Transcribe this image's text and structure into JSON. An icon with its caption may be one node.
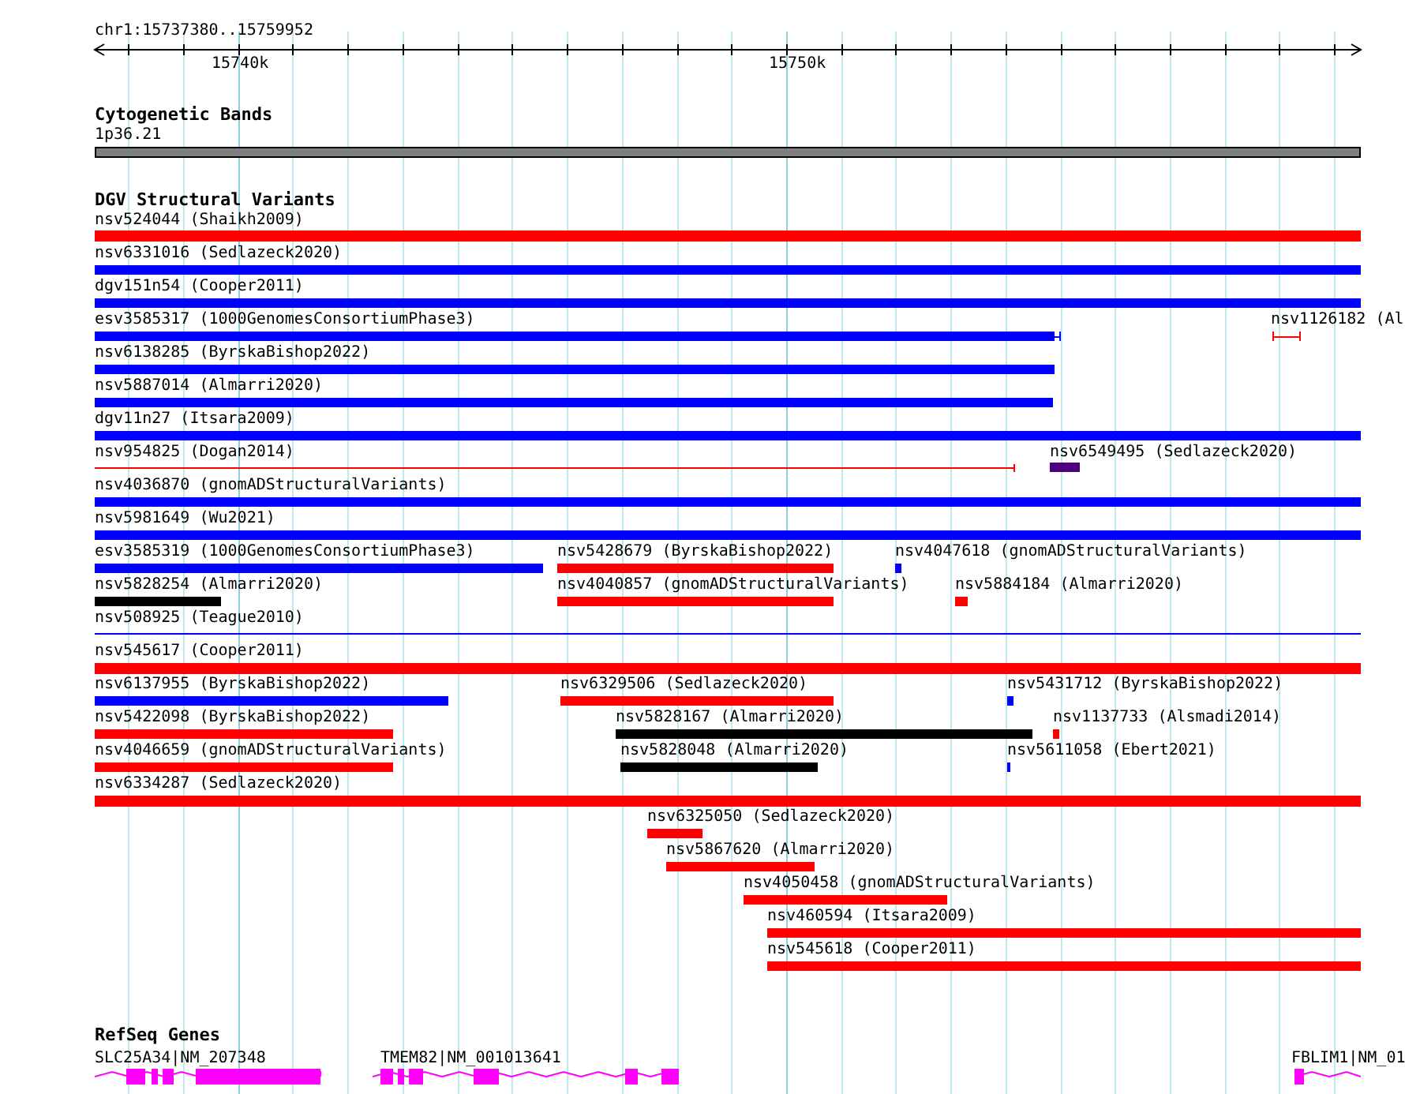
{
  "diagram": {
    "nodes": [
      {
        "text": [
          "1p36.21"
        ]
      },
      {
        "text": [
          "nsv524044 (Shaikh2009)"
        ]
      },
      {
        "text": [
          "nsv6331016 (Sedlazeck2020)"
        ]
      },
      {
        "text": [
          "dgv151n54 (Cooper2011)"
        ]
      },
      {
        "text": [
          "esv3585317 (1000GenomesConsortiumPhase3)"
        ]
      },
      {
        "text": [
          "nsv1126182 (Al"
        ]
      },
      {
        "text": [
          "nsv6138285 (ByrskaBishop2022)"
        ]
      },
      {
        "text": [
          "nsv5887014 (Almarri2020)"
        ]
      },
      {
        "text": [
          "dgv11n27 (Itsara2009)"
        ]
      },
      {
        "text": [
          "nsv954825 (Dogan2014)"
        ]
      },
      {
        "text": [
          "nsv6549495 (Sedlazeck2020)"
        ]
      },
      {
        "text": [
          "nsv4036870 (gnomADStructuralVariants)"
        ]
      },
      {
        "text": [
          "nsv5981649 (Wu2021)"
        ]
      },
      {
        "text": [
          "esv3585319 (1000GenomesConsortiumPhase3)"
        ]
      },
      {
        "text": [
          "nsv5428679 (ByrskaBishop2022)"
        ]
      },
      {
        "text": [
          "nsv4047618 (gnomADStructuralVariants)"
        ]
      },
      {
        "text": [
          "nsv5828254 (Almarri2020)"
        ]
      },
      {
        "text": [
          "nsv4040857 (gnomADStructuralVariants)"
        ]
      },
      {
        "text": [
          "nsv5884184 (Almarri2020)"
        ]
      },
      {
        "text": [
          "nsv508925 (Teague2010)"
        ]
      },
      {
        "text": [
          "nsv545617 (Cooper2011)"
        ]
      },
      {
        "text": [
          "nsv6137955 (ByrskaBishop2022)"
        ]
      },
      {
        "text": [
          "nsv6329506 (Sedlazeck2020)"
        ]
      },
      {
        "text": [
          "nsv5431712 (ByrskaBishop2022)"
        ]
      },
      {
        "text": [
          "nsv5422098 (ByrskaBishop2022)"
        ]
      },
      {
        "text": [
          "nsv5828167 (Almarri2020)"
        ]
      },
      {
        "text": [
          "nsv1137733 (Alsmadi2014)"
        ]
      },
      {
        "text": [
          "nsv4046659 (gnomADStructuralVariants)"
        ]
      },
      {
        "text": [
          "nsv5828048 (Almarri2020)"
        ]
      },
      {
        "text": [
          "nsv5611058 (Ebert2021)"
        ]
      },
      {
        "text": [
          "nsv6334287 (Sedlazeck2020)"
        ]
      },
      {
        "text": [
          "nsv6325050 (Sedlazeck2020)"
        ]
      },
      {
        "text": [
          "nsv5867620 (Almarri2020)"
        ]
      },
      {
        "text": [
          "nsv4050458 (gnomADStructuralVariants)"
        ]
      },
      {
        "text": [
          "nsv460594 (Itsara2009)"
        ]
      },
      {
        "text": [
          "nsv545618 (Cooper2011)"
        ]
      },
      {
        "text": [
          "SLC25A34|NM_207348"
        ]
      },
      {
        "text": [
          "TMEM82|NM_001013641"
        ]
      },
      {
        "text": [
          "FBLIM1|NM_01"
        ]
      }
    ],
    "edges": [],
    "labels": [
      "chr1:15737380..15759952",
      "15740k",
      "15750k",
      "Cytogenetic Bands",
      "DGV Structural Variants",
      "RefSeq Genes"
    ]
  }
}
